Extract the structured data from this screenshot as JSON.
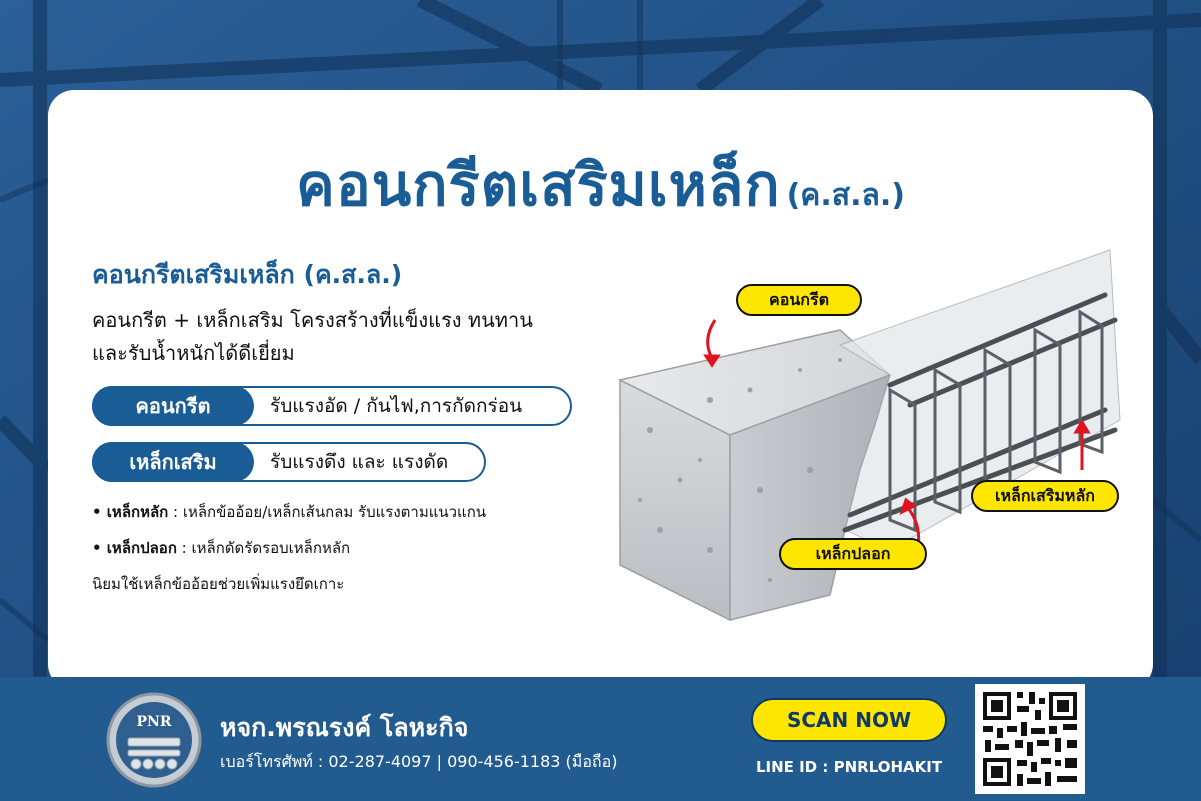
{
  "poster": {
    "title_main": "คอนกรีตเสริมเหล็ก",
    "title_suffix": "(ค.ส.ล.)",
    "subtitle": "คอนกรีตเสริมเหล็ก (ค.ส.ล.)",
    "description_line1": "คอนกรีต + เหล็กเสริม โครงสร้างที่แข็งแรง ทนทาน",
    "description_line2": "และรับน้ำหนักได้ดีเยี่ยม"
  },
  "properties": [
    {
      "tag": "คอนกรีต",
      "text": "รับแรงอัด / กันไฟ,การกัดกร่อน"
    },
    {
      "tag": "เหล็กเสริม",
      "text": "รับแรงดึง และ แรงดัด"
    }
  ],
  "notes": {
    "main_bar_label": "• เหล็กหลัก",
    "main_bar_text": " : เหล็กข้ออ้อย/เหล็กเส้นกลม รับแรงตามแนวแกน",
    "stirrup_label": "• เหล็กปลอก",
    "stirrup_text": "  : เหล็กดัดรัดรอบเหล็กหลัก",
    "deformed_note": "นิยมใช้เหล็กข้ออ้อยช่วยเพิ่มแรงยึดเกาะ"
  },
  "diagram_labels": {
    "concrete": "คอนกรีต",
    "main_reinforcement": "เหล็กเสริมหลัก",
    "stirrup": "เหล็กปลอก"
  },
  "footer": {
    "logo_text": "PNR",
    "company_name": "หจก.พรณรงค์ โลหะกิจ",
    "phone": "เบอร์โทรศัพท์ : 02-287-4097 | 090-456-1183 (มือถือ)",
    "scan_label": "SCAN NOW",
    "line_id": "LINE ID : PNRLOHAKIT"
  },
  "colors": {
    "brand_blue": "#1a5c96",
    "footer_blue": "#225b8f",
    "label_yellow": "#ffe600",
    "arrow_red": "#e0141e"
  }
}
